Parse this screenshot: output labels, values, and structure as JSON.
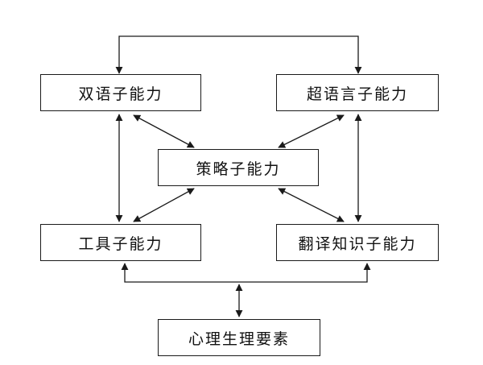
{
  "diagram": {
    "nodes": {
      "bilingual": "双语子能力",
      "extralinguistic": "超语言子能力",
      "strategic": "策略子能力",
      "instrumental": "工具子能力",
      "translation_knowledge": "翻译知识子能力",
      "psycho_physiological": "心理生理要素"
    },
    "edges": [
      {
        "from": "bilingual",
        "to": "extralinguistic",
        "direction": "both"
      },
      {
        "from": "bilingual",
        "to": "strategic",
        "direction": "both"
      },
      {
        "from": "extralinguistic",
        "to": "strategic",
        "direction": "both"
      },
      {
        "from": "instrumental",
        "to": "strategic",
        "direction": "both"
      },
      {
        "from": "translation_knowledge",
        "to": "strategic",
        "direction": "both"
      },
      {
        "from": "bilingual",
        "to": "instrumental",
        "direction": "both"
      },
      {
        "from": "extralinguistic",
        "to": "translation_knowledge",
        "direction": "both"
      },
      {
        "from": "psycho_physiological",
        "to": "instrumental",
        "direction": "both"
      },
      {
        "from": "psycho_physiological",
        "to": "translation_knowledge",
        "direction": "both"
      }
    ],
    "colors": {
      "stroke": "#1a1a1a",
      "background": "#ffffff"
    }
  }
}
